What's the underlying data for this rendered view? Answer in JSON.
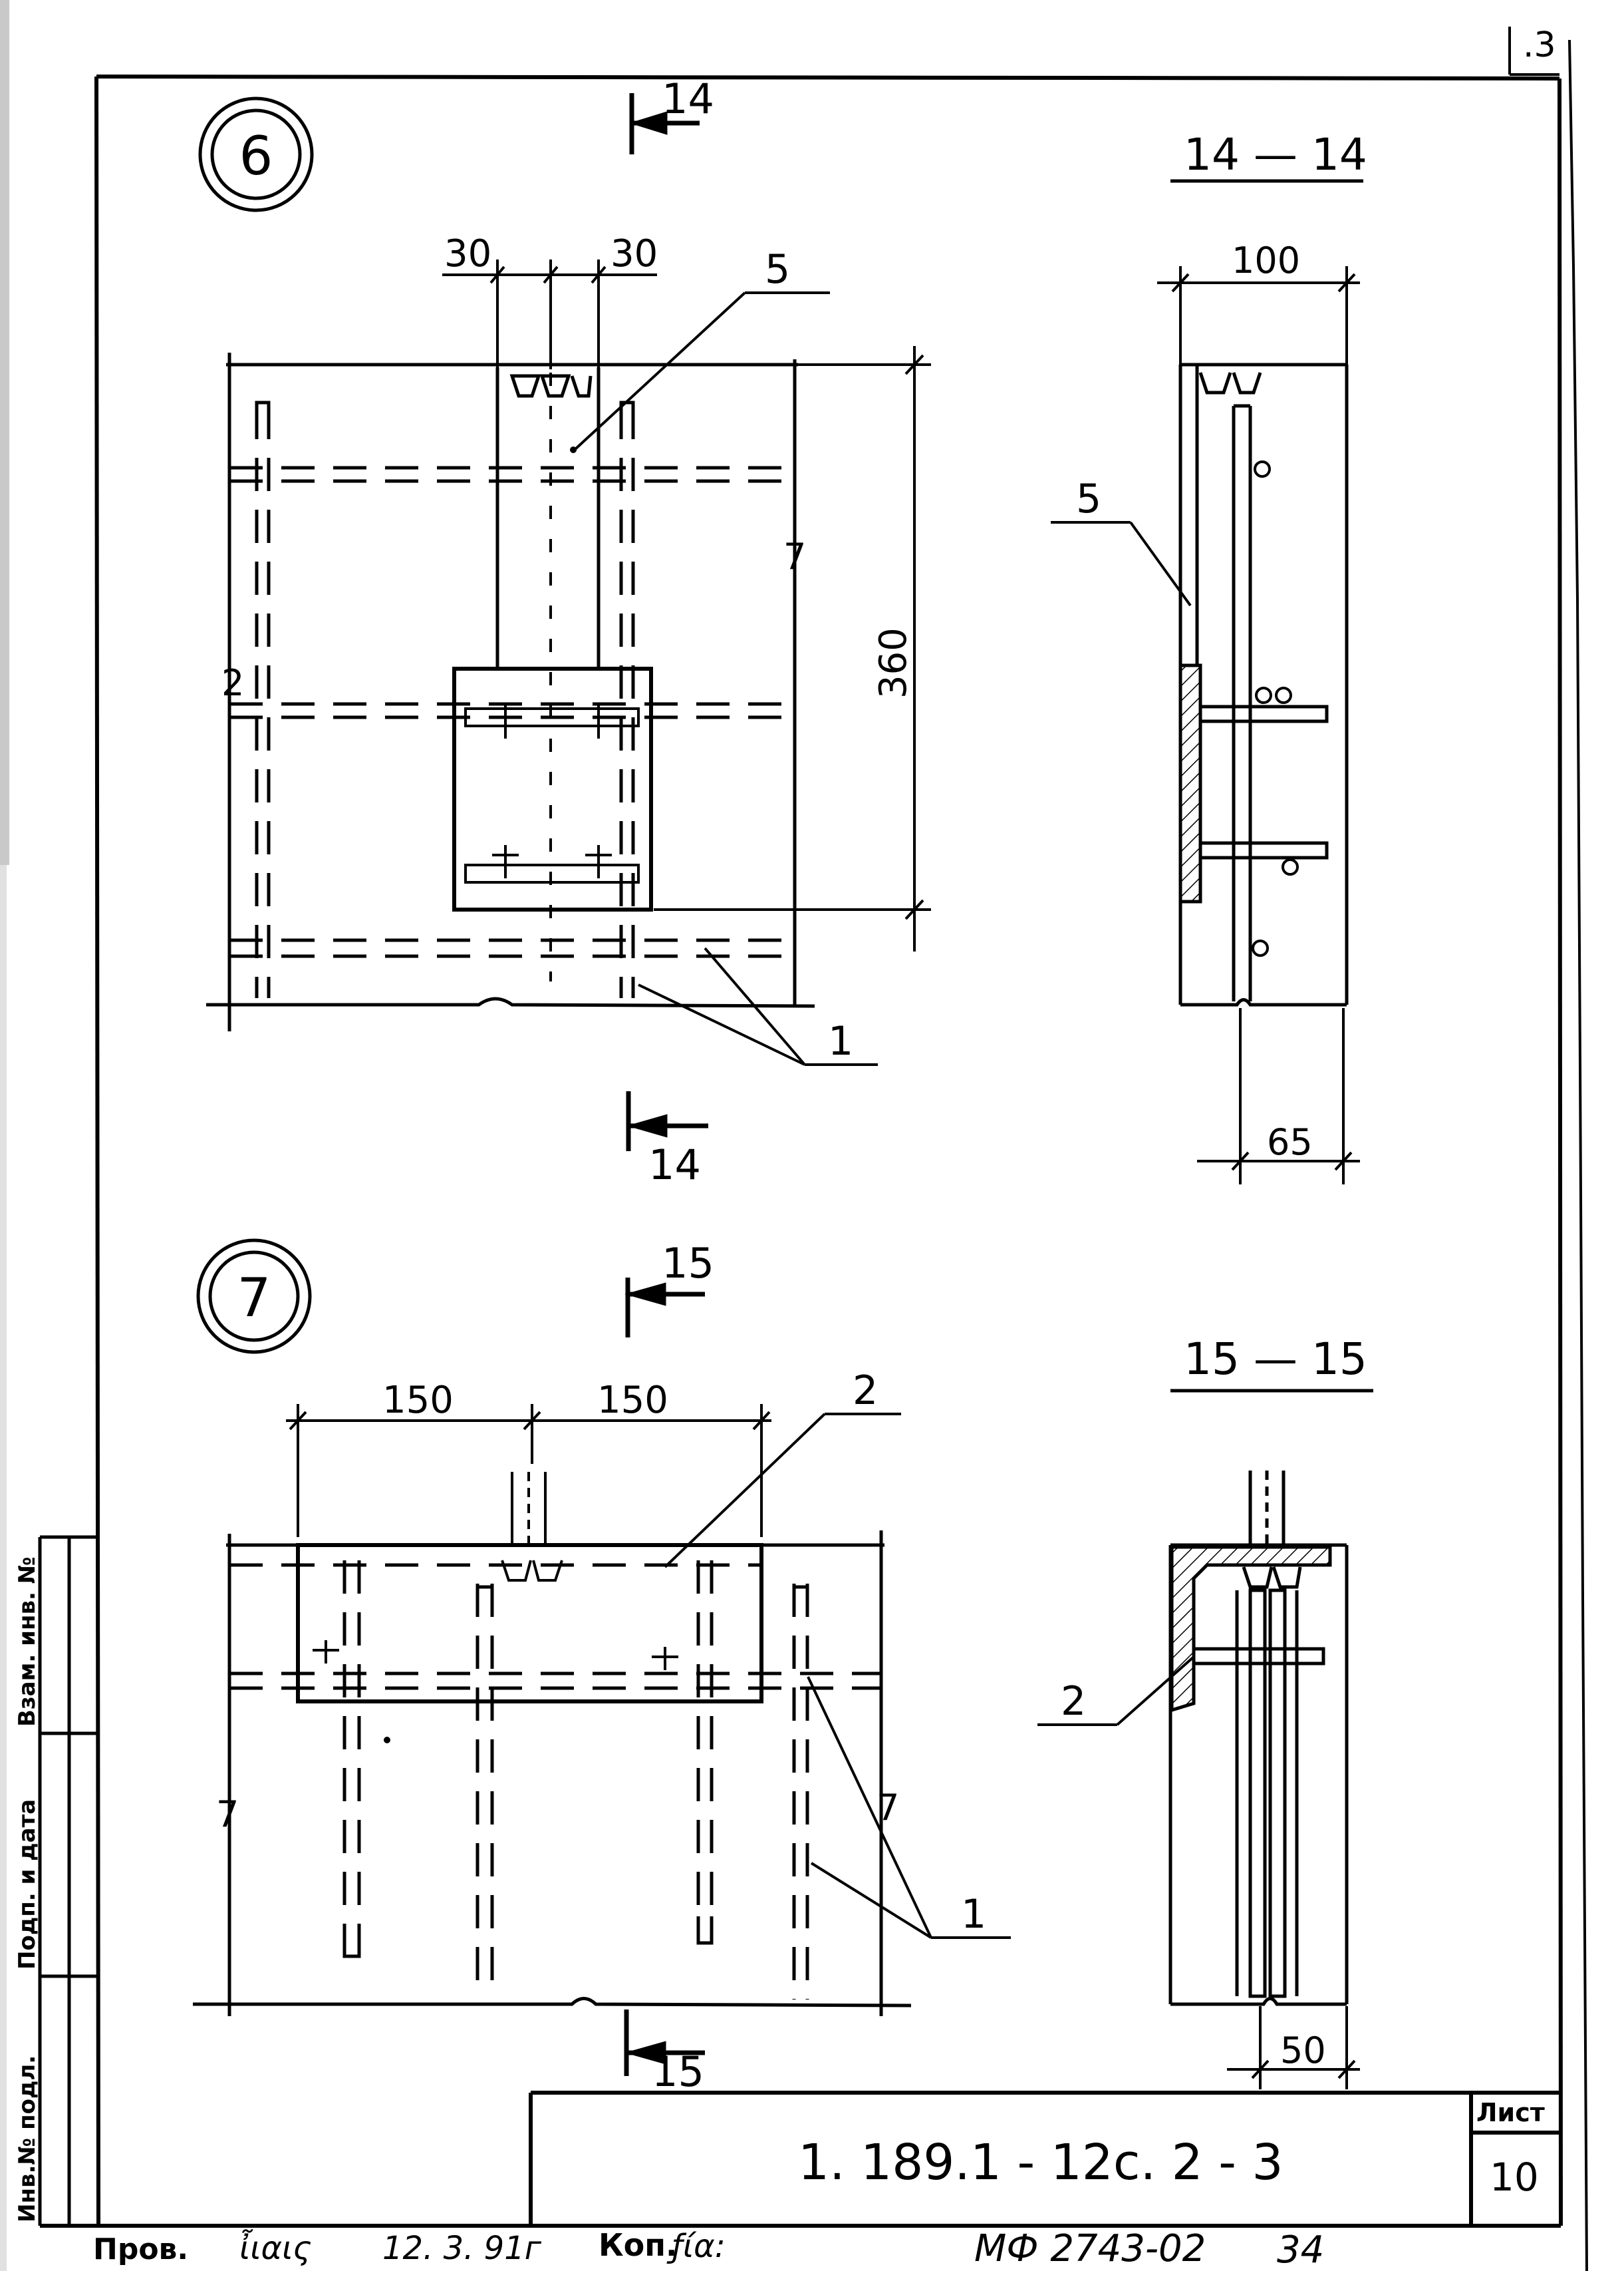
{
  "sheet_corner_number": ".3",
  "sheet_number_label": "Лист",
  "sheet_number": "10",
  "document_code": "1. 189.1 - 12с. 2 - 3",
  "archive_code": "МФ 2743-02",
  "archive_suffix": "34",
  "footer": {
    "checked_label": "Пров.",
    "checker_signature": "ἶιαις",
    "check_date": "12. 3. 91г",
    "copy_label": "Коп.",
    "copier_signature": "ƒία:"
  },
  "side_stamp": {
    "inv_orig": "Инв.№ подл.",
    "sign_date": "Подп. и дата",
    "replace_inv": "Взам. инв. №"
  },
  "node6": {
    "number": "6",
    "section_top": "14",
    "section_bottom": "14",
    "dim_left": "30",
    "dim_right": "30",
    "dim_height": "360",
    "break_mark_left": "2",
    "break_mark_right": "7",
    "leader_5": "5",
    "leader_1": "1"
  },
  "section14": {
    "title": "14 — 14",
    "dim_width": "100",
    "dim_offset": "65",
    "leader_5": "5"
  },
  "node7": {
    "number": "7",
    "section_top": "15",
    "section_bottom": "15",
    "dim_left": "150",
    "dim_right": "150",
    "break_mark_left": "7",
    "break_mark_right": "7",
    "leader_2": "2",
    "leader_1": "1"
  },
  "section15": {
    "title": "15 — 15",
    "dim_offset": "50",
    "leader_2": "2"
  }
}
